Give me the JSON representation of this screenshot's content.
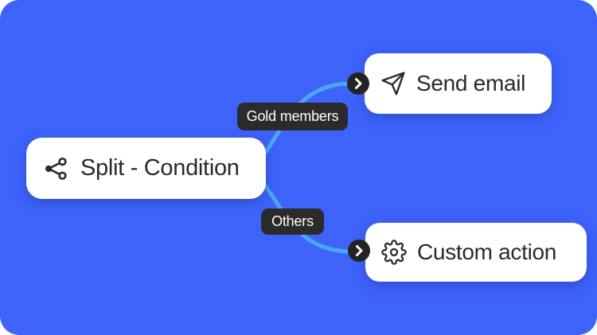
{
  "canvas": {
    "background_color": "#3d63fb",
    "connector_color": "#4aa8f7",
    "node_background_color": "#ffffff",
    "node_text_color": "#2a2a2a",
    "branch_label_background_color": "#2b2b2b",
    "branch_label_text_color": "#ffffff",
    "badge_background_color": "#232323"
  },
  "nodes": {
    "split": {
      "label": "Split - Condition",
      "icon": "split-branch-icon"
    },
    "send_email": {
      "label": "Send email",
      "icon": "send-paper-plane-icon"
    },
    "custom_action": {
      "label": "Custom action",
      "icon": "gear-icon"
    }
  },
  "branches": {
    "gold": {
      "label": "Gold members",
      "target": "Send email"
    },
    "others": {
      "label": "Others",
      "target": "Custom action"
    }
  }
}
